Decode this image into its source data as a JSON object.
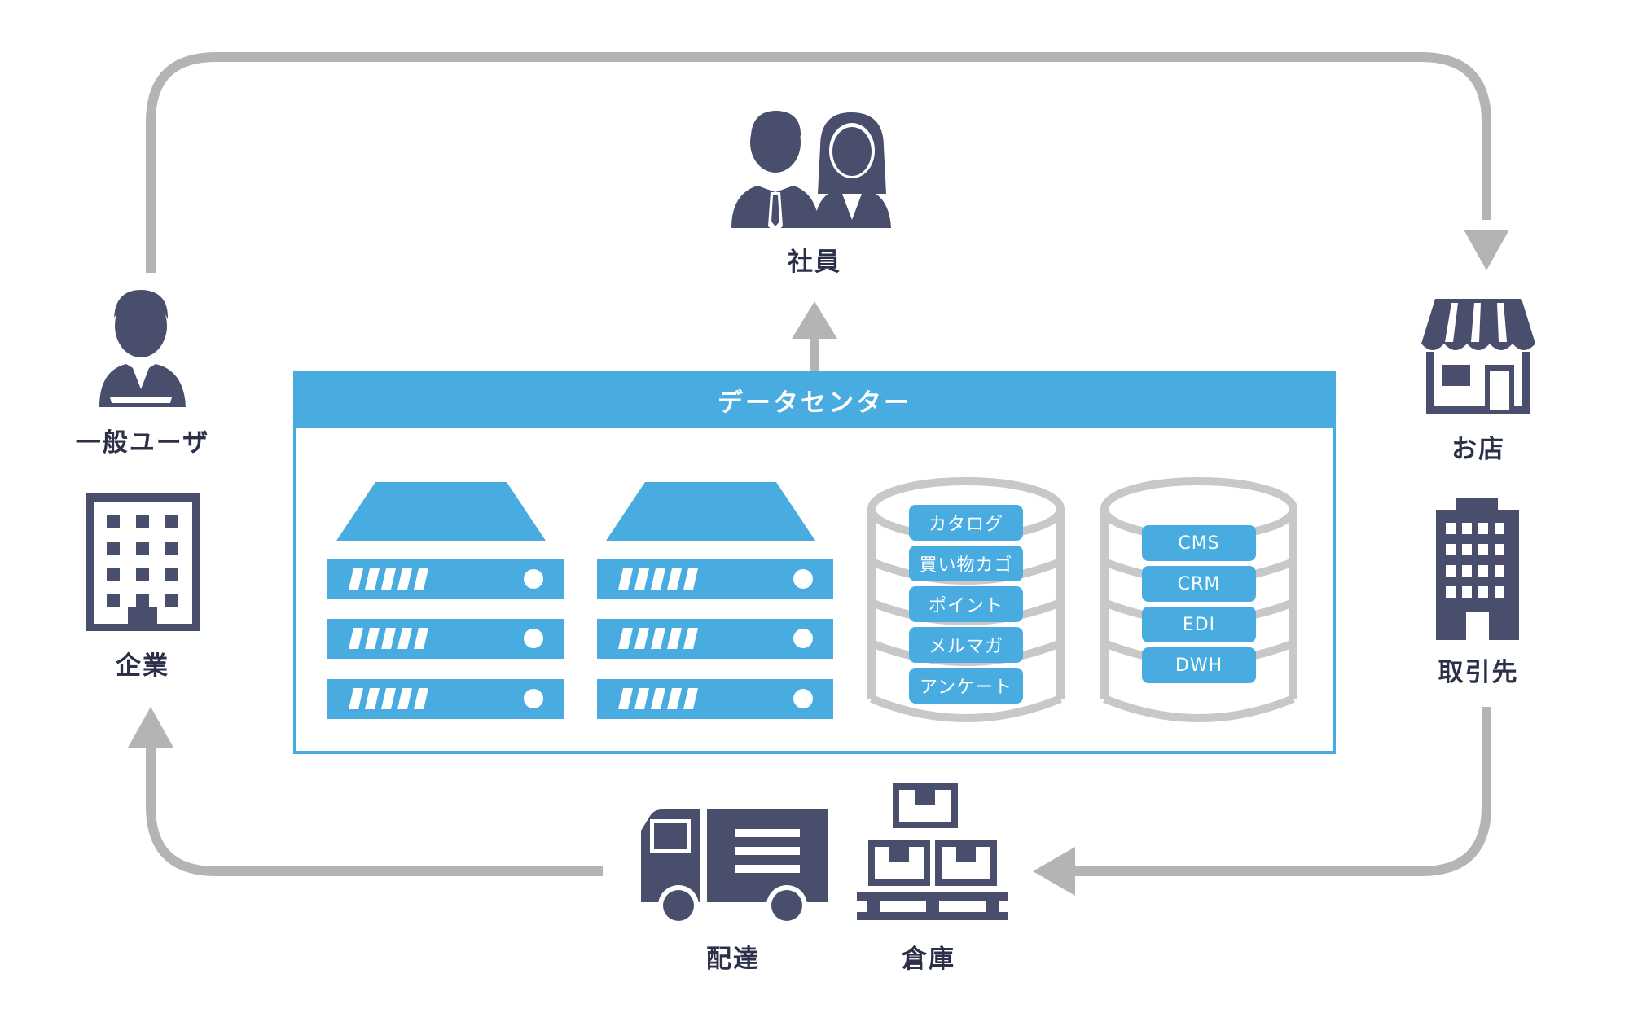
{
  "data_center": {
    "title": "データセンター",
    "db1_items": [
      "カタログ",
      "買い物カゴ",
      "ポイント",
      "メルマガ",
      "アンケート"
    ],
    "db2_items": [
      "CMS",
      "CRM",
      "EDI",
      "DWH"
    ]
  },
  "nodes": {
    "employees": "社員",
    "general_user": "一般ユーザ",
    "company": "企業",
    "shop": "お店",
    "business_partner": "取引先",
    "delivery": "配達",
    "warehouse": "倉庫"
  },
  "colors": {
    "accent_blue": "#48ace0",
    "icon_navy": "#4a4e6d",
    "arrow_gray": "#b4b4b4",
    "db_gray": "#c8c8c8",
    "label_text": "#2b3048"
  },
  "icons": [
    "two-people-icon",
    "person-icon",
    "office-building-icon",
    "storefront-icon",
    "tall-building-icon",
    "delivery-truck-icon",
    "warehouse-boxes-icon",
    "server-icon",
    "database-icon"
  ]
}
